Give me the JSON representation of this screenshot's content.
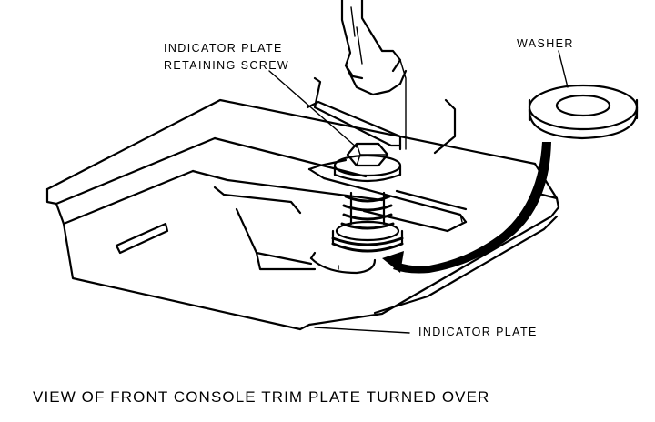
{
  "labels": {
    "screw_line1": "INDICATOR PLATE",
    "screw_line2": "RETAINING SCREW",
    "washer": "WASHER",
    "indicator_plate": "INDICATOR PLATE"
  },
  "caption": "VIEW OF FRONT CONSOLE TRIM PLATE TURNED OVER",
  "colors": {
    "ink": "#000000",
    "paper": "#ffffff"
  }
}
